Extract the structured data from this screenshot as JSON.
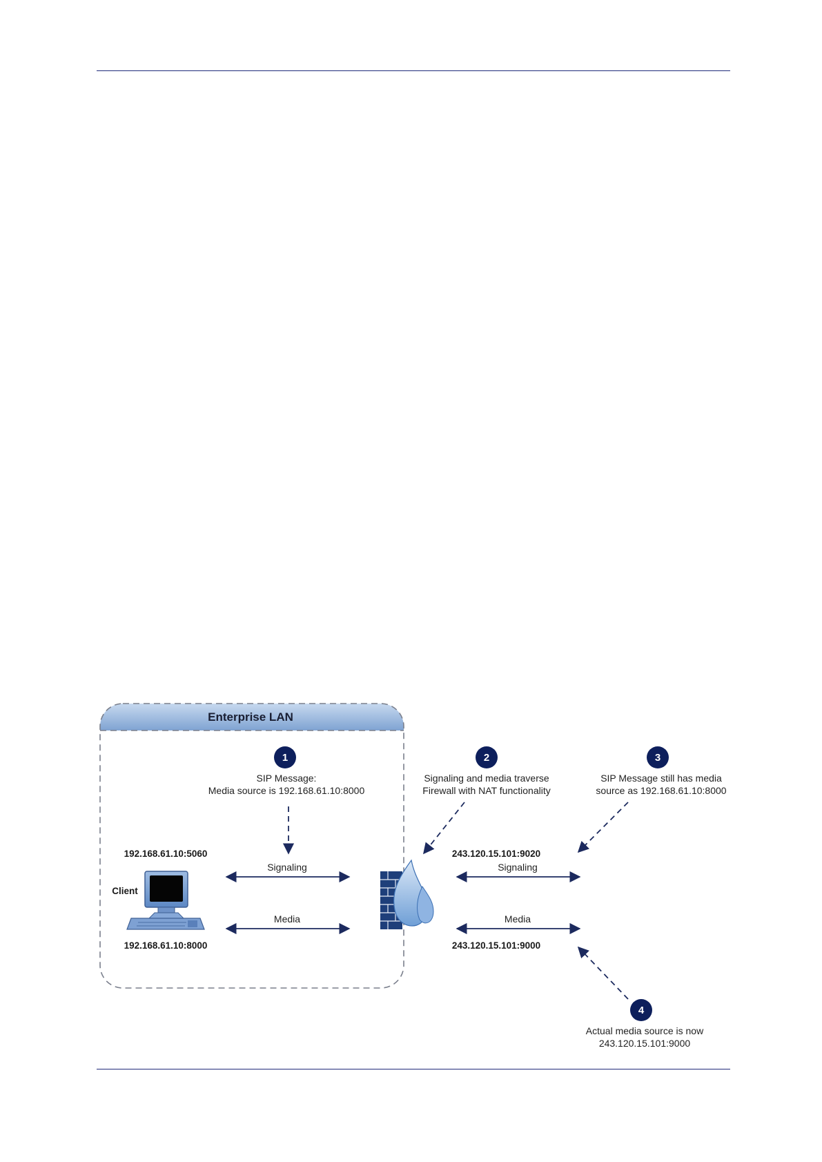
{
  "lan": {
    "title": "Enterprise LAN"
  },
  "client": {
    "label": "Client"
  },
  "left_addresses": {
    "signaling": "192.168.61.10:5060",
    "media": "192.168.61.10:8000"
  },
  "right_addresses": {
    "signaling": "243.120.15.101:9020",
    "media": "243.120.15.101:9000"
  },
  "links": {
    "signaling": "Signaling",
    "media": "Media"
  },
  "steps": [
    {
      "num": "1",
      "line1": "SIP Message:",
      "line2": "Media source is 192.168.61.10:8000"
    },
    {
      "num": "2",
      "line1": "Signaling and media traverse",
      "line2": "Firewall with NAT functionality"
    },
    {
      "num": "3",
      "line1": "SIP Message still has media",
      "line2": "source as 192.168.61.10:8000"
    },
    {
      "num": "4",
      "line1": "Actual media source is now",
      "line2": "243.120.15.101:9000"
    }
  ],
  "colors": {
    "accent": "#0d1f5c",
    "rule": "#1f2a7a",
    "lan_header": "#8fb0d8",
    "firewall": "#3b6fb3"
  }
}
